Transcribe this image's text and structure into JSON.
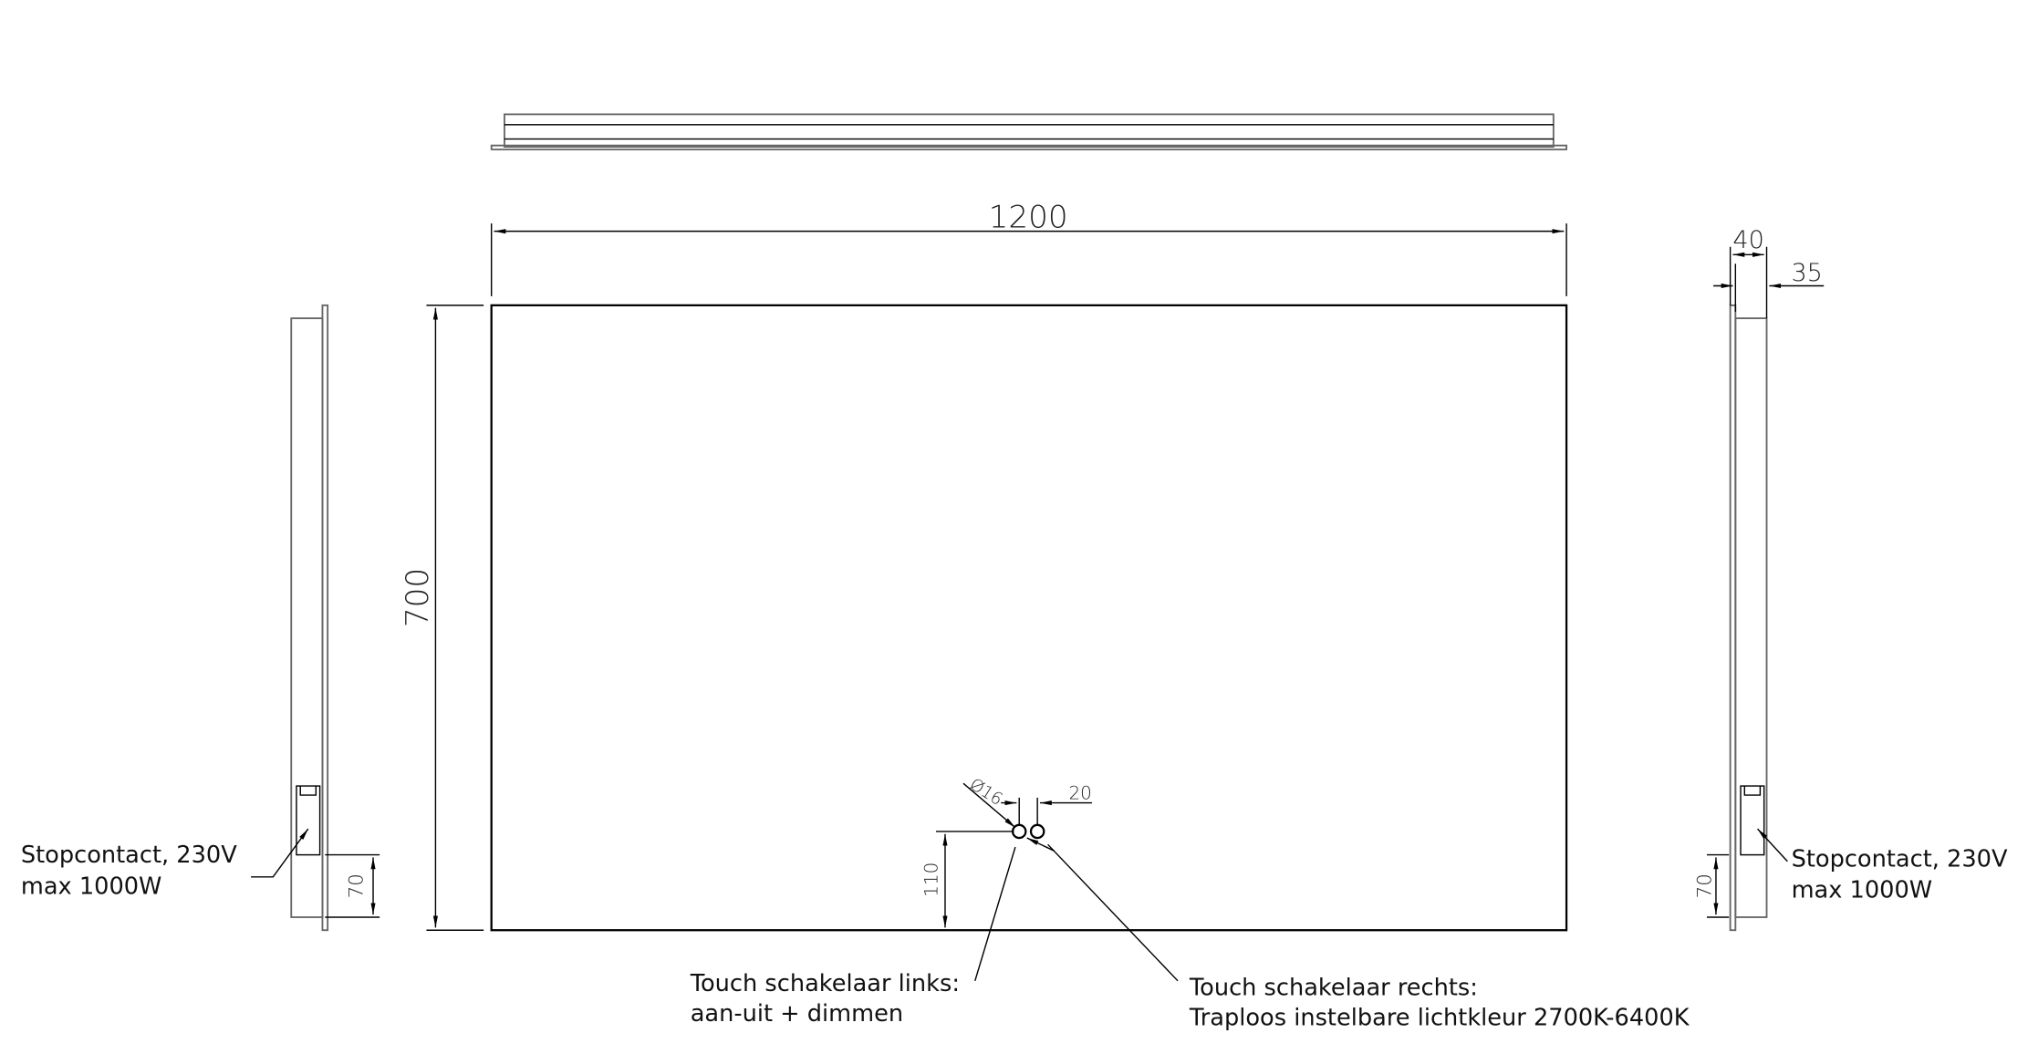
{
  "dimensions": {
    "width": "1200",
    "height": "700",
    "depth_total": "40",
    "depth_body": "35",
    "socket_height": "70",
    "switch_diameter": "Ø16",
    "switch_spacing": "20",
    "switch_height": "110"
  },
  "labels": {
    "socket_line1": "Stopcontact, 230V",
    "socket_line2": "max 1000W",
    "switch_left_line1": "Touch schakelaar links:",
    "switch_left_line2": "aan-uit + dimmen",
    "switch_right_line1": "Touch schakelaar rechts:",
    "switch_right_line2": "Traploos instelbare lichtkleur 2700K-6400K"
  }
}
